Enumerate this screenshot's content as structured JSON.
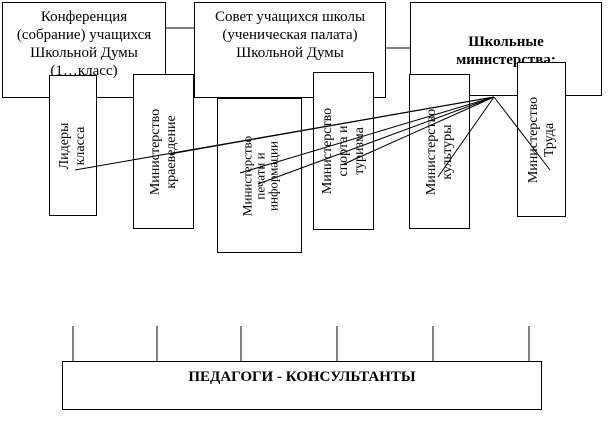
{
  "top_boxes": {
    "conference": "Конференция\n(собрание) учащихся\nШкольной Думы\n(1…класс)",
    "council": "Совет учащихся школы\n(ученическая палата)\nШкольной Думы",
    "ministries": "Школьные\nминистерства:"
  },
  "vertical_boxes": {
    "class_leaders": "Лидеры  класса",
    "local_history": "Министерство\nкраеведение",
    "press": "Министерство\nпечати и\nинформации",
    "sport": "Министерство\nспорта и туризма",
    "culture": "Министерство\nкультуры",
    "labor": "Министерство Труда"
  },
  "bottom_box": {
    "label": "ПЕДАГОГИ - КОНСУЛЬТАНТЫ"
  }
}
